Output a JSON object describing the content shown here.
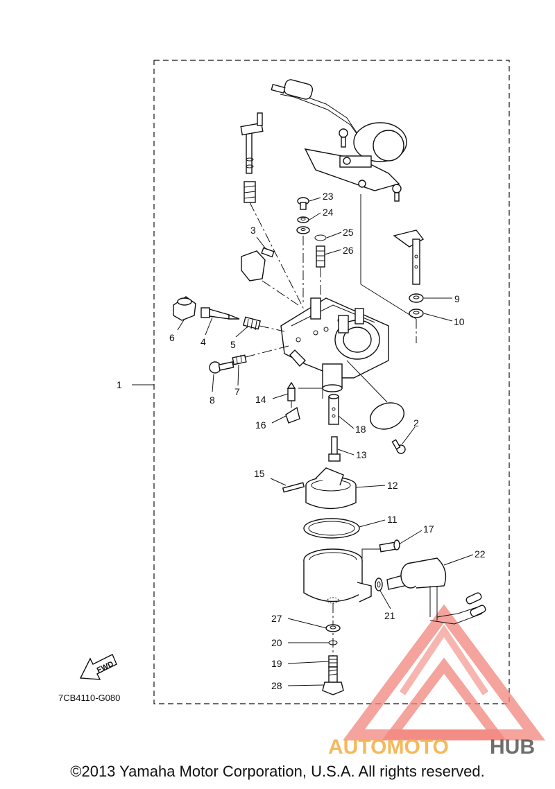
{
  "diagram": {
    "code": "7CB4110-G080",
    "fwd_label": "FWD",
    "callouts": [
      "1",
      "2",
      "3",
      "4",
      "5",
      "6",
      "7",
      "8",
      "9",
      "10",
      "11",
      "12",
      "13",
      "14",
      "15",
      "16",
      "17",
      "18",
      "19",
      "20",
      "21",
      "22",
      "23",
      "24",
      "25",
      "26",
      "27",
      "28"
    ]
  },
  "watermark": {
    "part1": "AUTOMOTO",
    "part2": "HUB",
    "colors": {
      "triangle": "#f2847c",
      "text1": "#f6b14a",
      "text2": "#555555"
    }
  },
  "footer": {
    "copyright": "©2013 Yamaha Motor Corporation, U.S.A. All rights reserved."
  }
}
